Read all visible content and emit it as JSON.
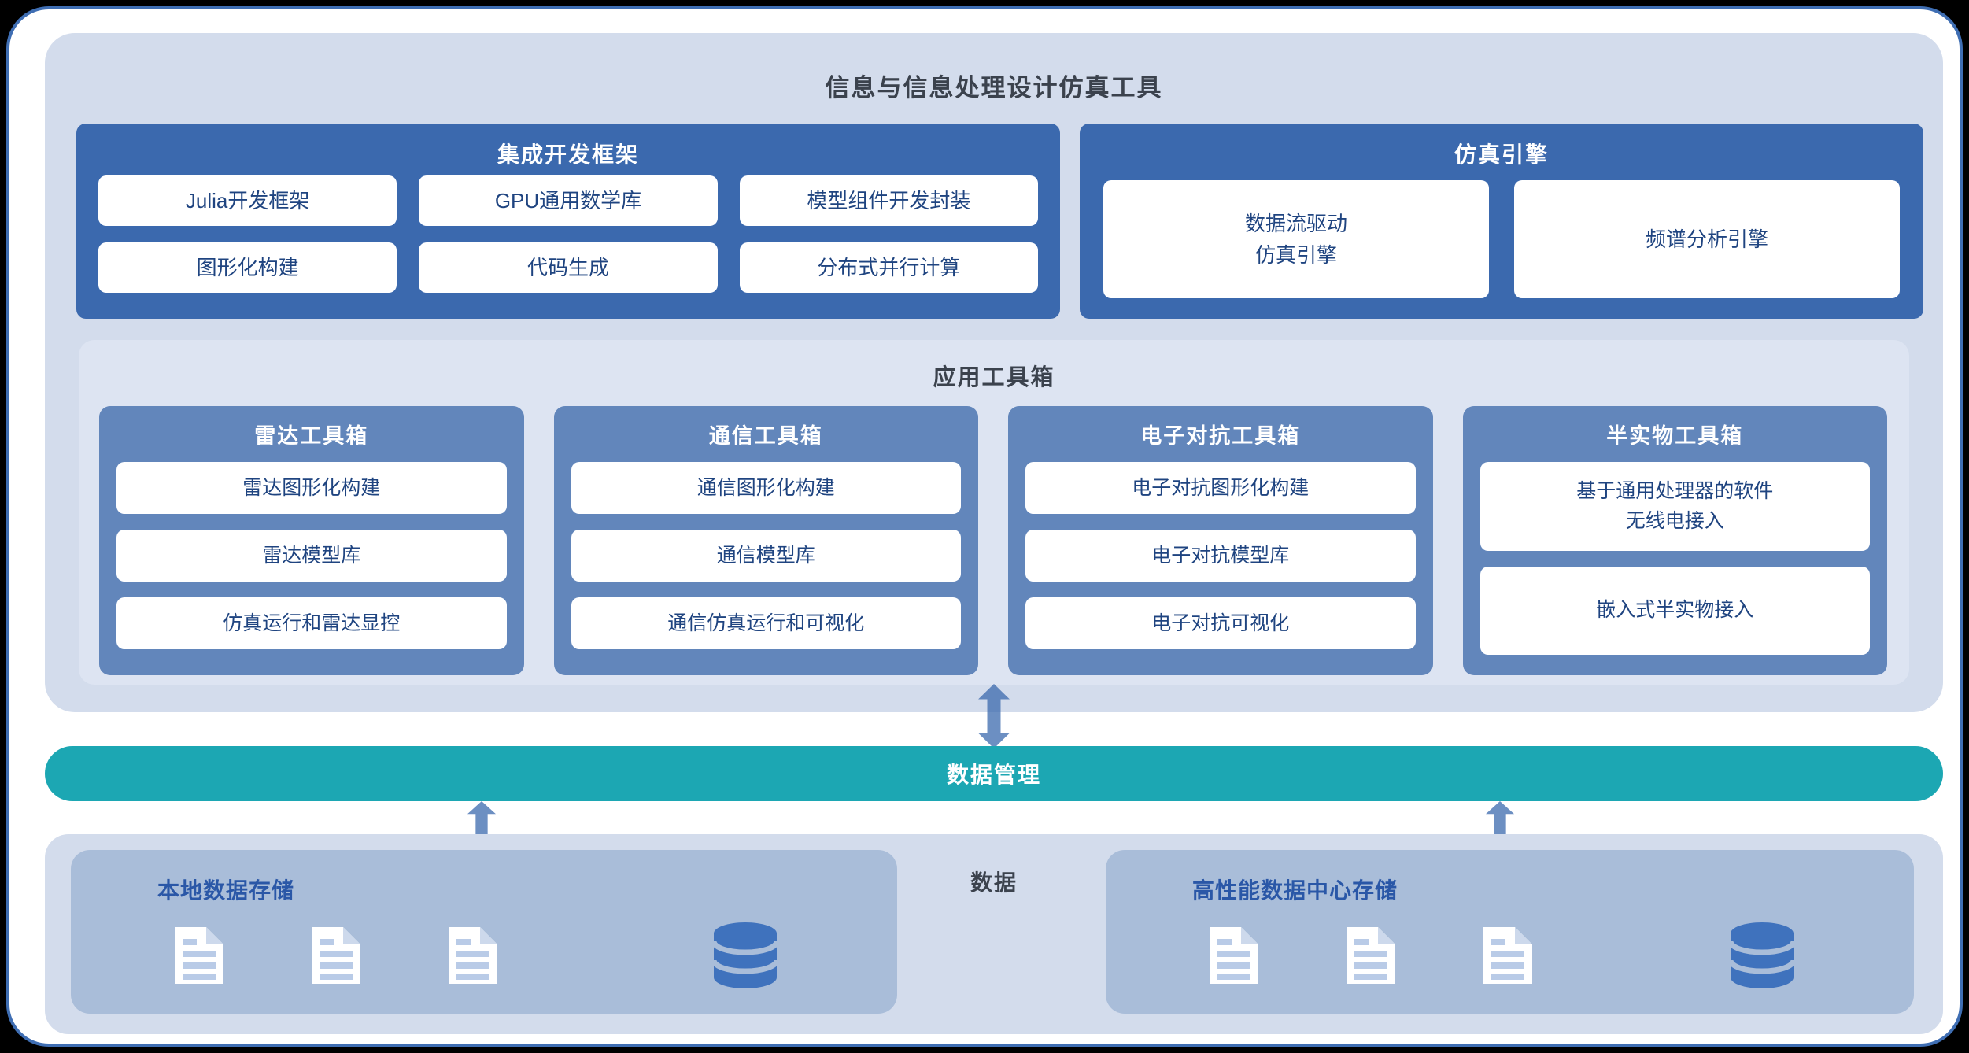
{
  "page": {
    "title": "信息与信息处理设计仿真工具"
  },
  "dev_framework": {
    "title": "集成开发框架",
    "cards": [
      "Julia开发框架",
      "GPU通用数学库",
      "模型组件开发封装",
      "图形化构建",
      "代码生成",
      "分布式并行计算"
    ]
  },
  "sim_engine": {
    "title": "仿真引擎",
    "cards": [
      "数据流驱动\n仿真引擎",
      "频谱分析引擎"
    ]
  },
  "app_toolbox": {
    "title": "应用工具箱",
    "toolboxes": [
      {
        "title": "雷达工具箱",
        "cards": [
          "雷达图形化构建",
          "雷达模型库",
          "仿真运行和雷达显控"
        ]
      },
      {
        "title": "通信工具箱",
        "cards": [
          "通信图形化构建",
          "通信模型库",
          "通信仿真运行和可视化"
        ]
      },
      {
        "title": "电子对抗工具箱",
        "cards": [
          "电子对抗图形化构建",
          "电子对抗模型库",
          "电子对抗可视化"
        ]
      },
      {
        "title": "半实物工具箱",
        "cards": [
          "基于通用处理器的软件\n无线电接入",
          "嵌入式半实物接入"
        ]
      }
    ]
  },
  "data_management": {
    "label": "数据管理"
  },
  "data_layer": {
    "label": "数据",
    "stores": [
      {
        "title": "本地数据存储",
        "document_icons": 3,
        "database_icons": 1
      },
      {
        "title": "高性能数据中心存储",
        "document_icons": 3,
        "database_icons": 1
      }
    ]
  },
  "colors": {
    "dark_blue_panel": "#3b69ae",
    "medium_blue_toolbox": "#6286bb",
    "light_panel": "#d3dcec",
    "lighter_panel": "#dde4f2",
    "storage_box": "#a9bdd9",
    "teal_bar": "#1ca7b3",
    "card_text": "#1f4480",
    "store_title_text": "#2a57a7",
    "heading_text": "#3b424d",
    "window_border": "#3f6eb3",
    "arrow": "#3b69ae",
    "database_icon": "#3f72bd"
  }
}
